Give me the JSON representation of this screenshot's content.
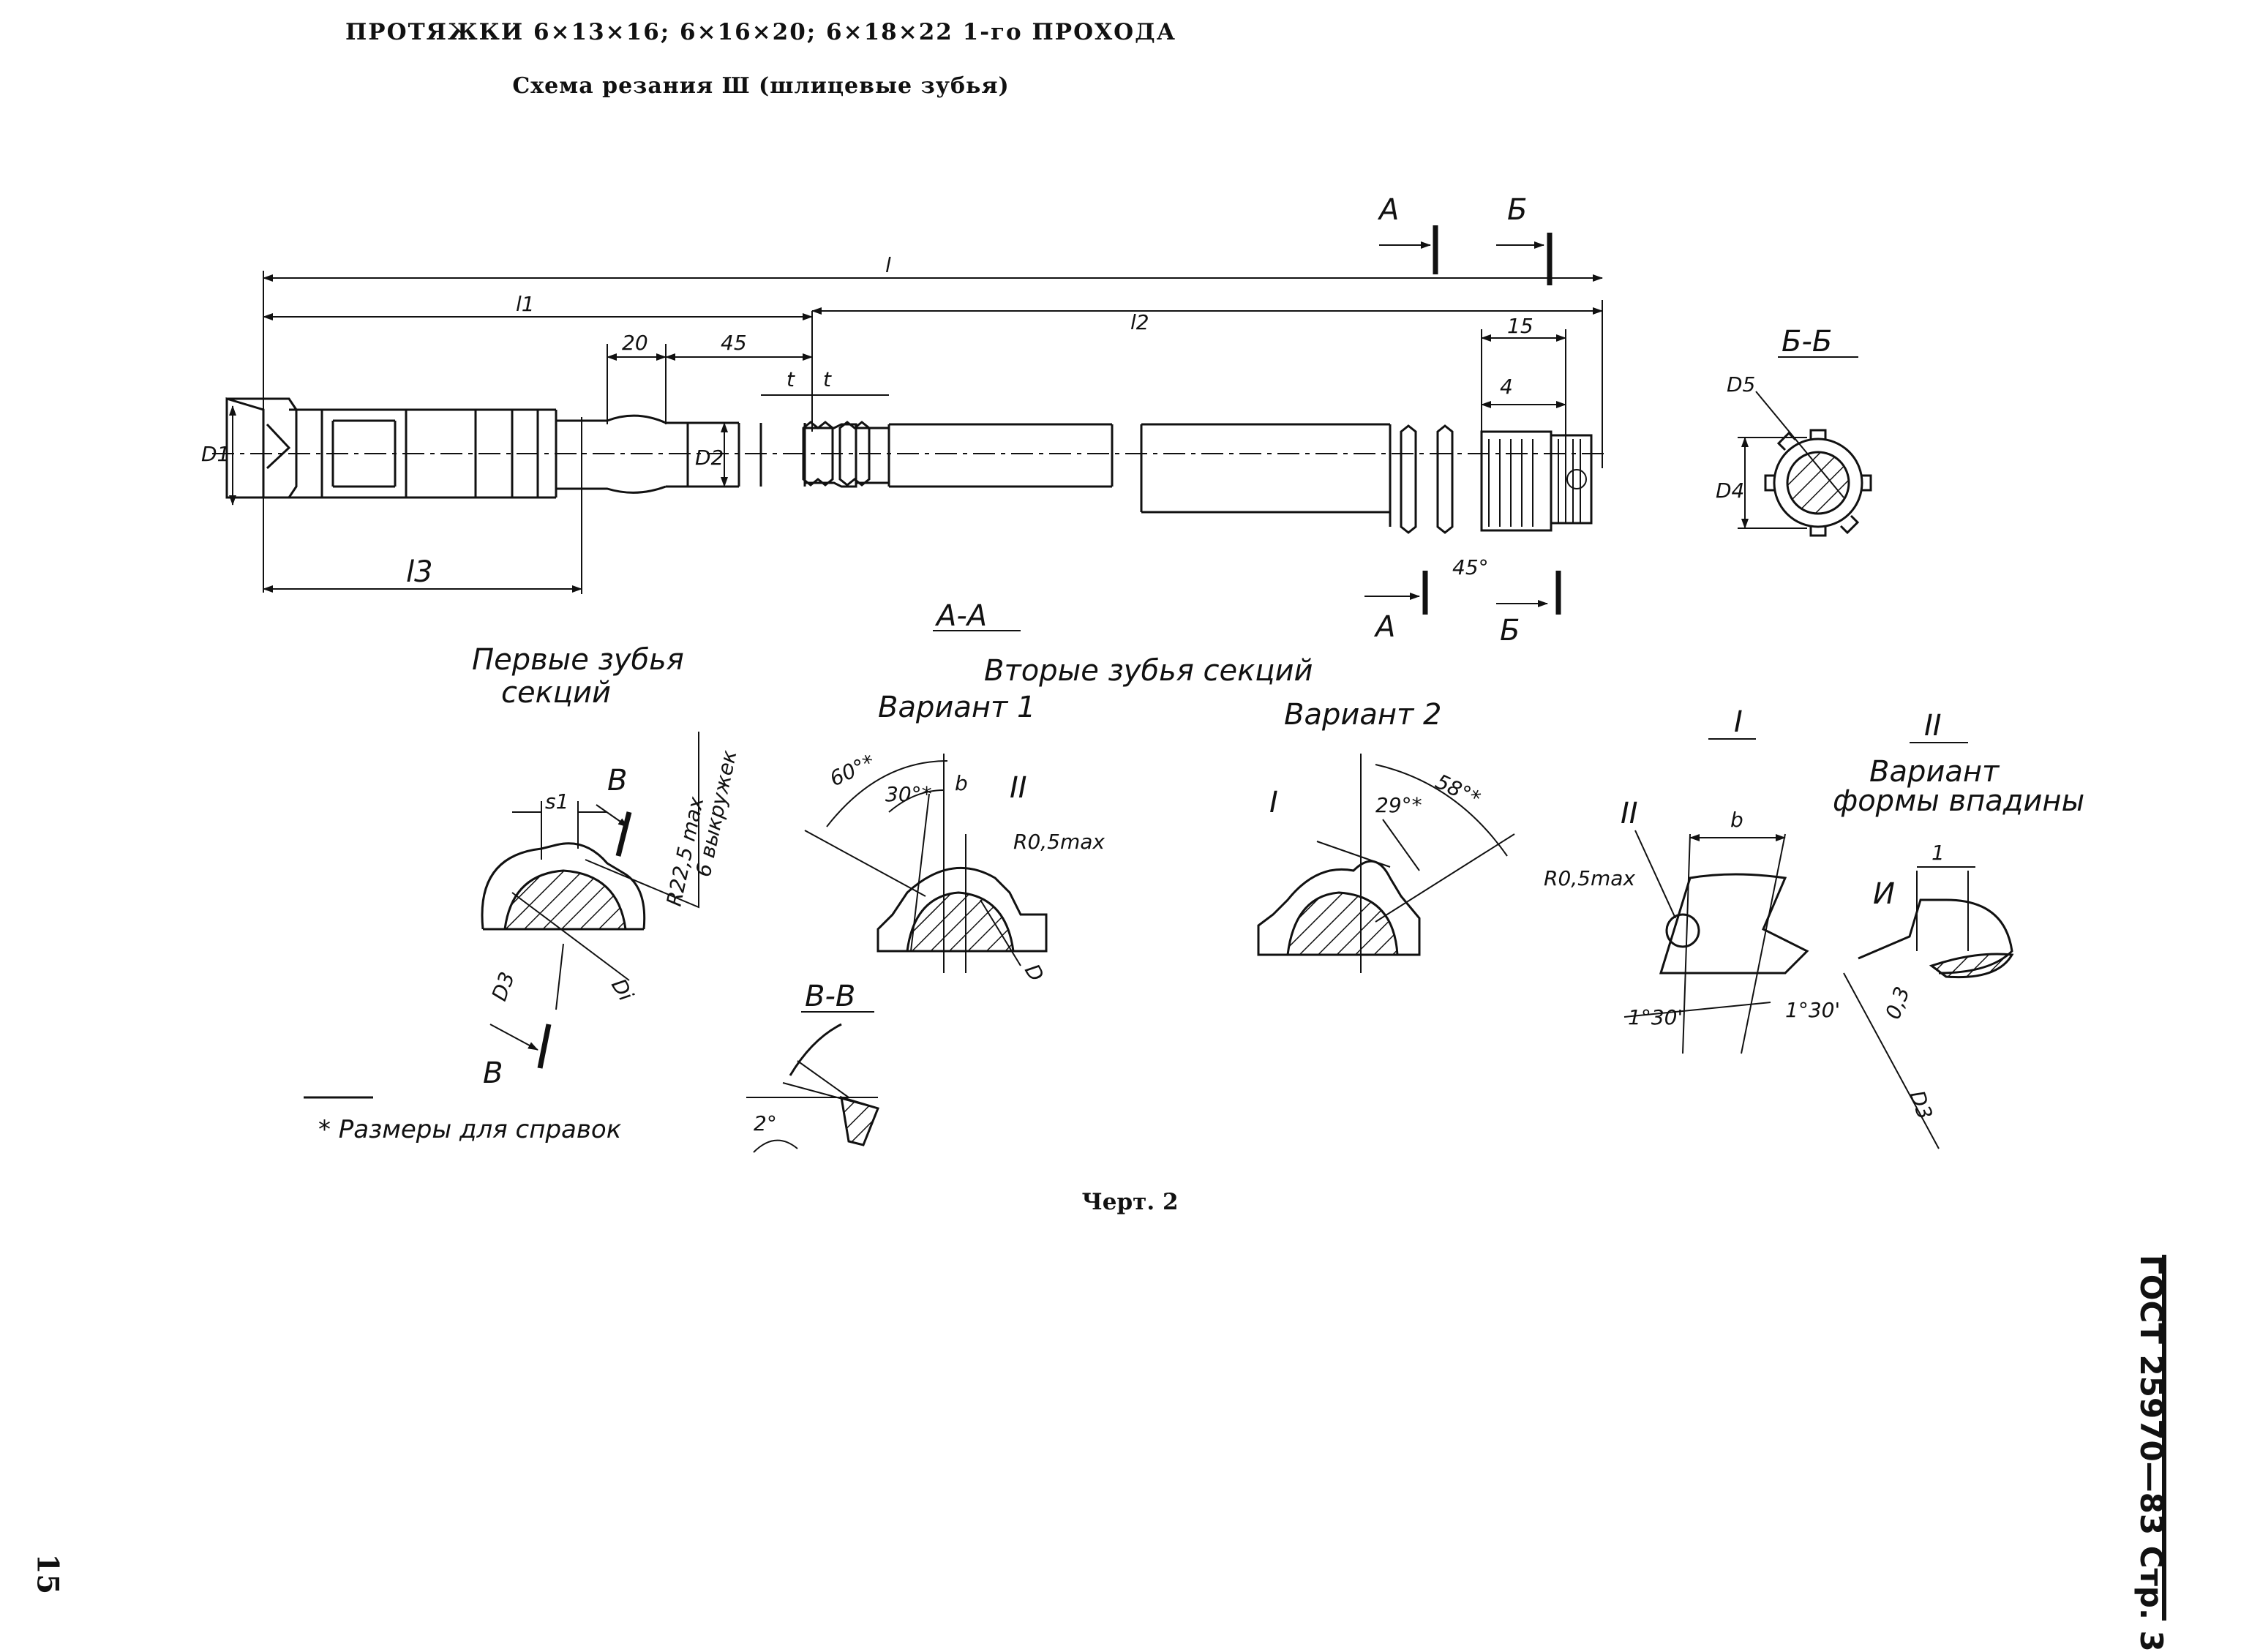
{
  "title": "ПРОТЯЖКИ 6×13×16; 6×16×20; 6×18×22 1-го ПРОХОДА",
  "subtitle": "Схема резания Ш (шлицевые зубья)",
  "caption": "Черт. 2",
  "gost": "ГОСТ 25970—83 Стр. 3",
  "page_number": "15",
  "main_view": {
    "dims": {
      "l": "l",
      "l1": "l1",
      "l2": "l2",
      "l3": "l3",
      "d20": "20",
      "d45": "45",
      "t1": "t",
      "t2": "t",
      "d15": "15",
      "d4": "4",
      "chamfer": "45°"
    },
    "diameters": {
      "D1": "D1",
      "D2": "D2"
    },
    "section_marks": {
      "A_top": "А",
      "B_top": "Б",
      "A_bot": "А",
      "B_bot": "Б"
    }
  },
  "section_bb": {
    "title": "Б-Б",
    "D5": "D5",
    "D4": "D4"
  },
  "section_aa": {
    "title": "А-А",
    "first_teeth": [
      "Первые зубья",
      "секций"
    ],
    "second_teeth": "Вторые зубья секций",
    "variant1": "Вариант 1",
    "variant2": "Вариант 2",
    "first": {
      "V": "В",
      "s1": "s1",
      "radius_note": [
        "R22,5 max",
        "6 выкружек"
      ],
      "D3": "D3",
      "Di": "Di",
      "V_bottom": "В"
    },
    "v1": {
      "a60": "60°*",
      "a30": "30°*",
      "b": "b",
      "II": "II",
      "R": "R0,5max",
      "D": "D"
    },
    "v2": {
      "I": "I",
      "a58": "58°*",
      "a29": "29°*"
    }
  },
  "section_vv": {
    "title": "В-В",
    "angle": "2°"
  },
  "detail_I": {
    "title": "I",
    "II": "II",
    "b": "b",
    "R": "R0,5max",
    "a1": "1°30'",
    "a2": "1°30'"
  },
  "detail_II": {
    "title": "II",
    "note": [
      "Вариант",
      "формы впадины"
    ],
    "I": "И",
    "one": "1",
    "v03": "0,3",
    "D3": "D3"
  },
  "footnote": "* Размеры для справок"
}
